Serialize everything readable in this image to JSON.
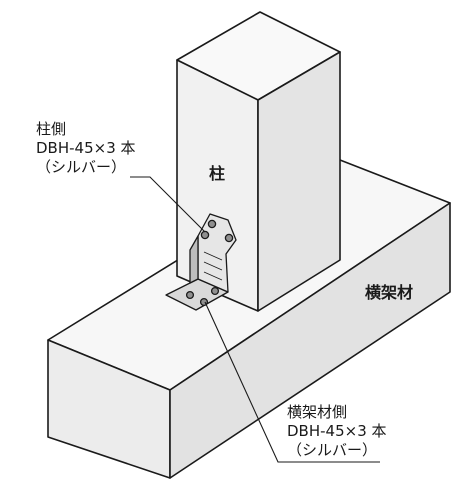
{
  "diagram": {
    "pillar_label": "柱",
    "beam_label": "横架材",
    "post_side_callout": {
      "title": "柱側",
      "spec": "DBH-45×3 本",
      "finish": "（シルバー）"
    },
    "beam_side_callout": {
      "title": "横架材側",
      "spec": "DBH-45×3 本",
      "finish": "（シルバー）"
    }
  },
  "colors": {
    "line": "#1a1a1a",
    "face_light": "#f7f7f7",
    "face_mid": "#ececec",
    "face_dark": "#dcdcdc",
    "metal": "#d9d9d9",
    "metal_dark": "#a8a8a8"
  }
}
